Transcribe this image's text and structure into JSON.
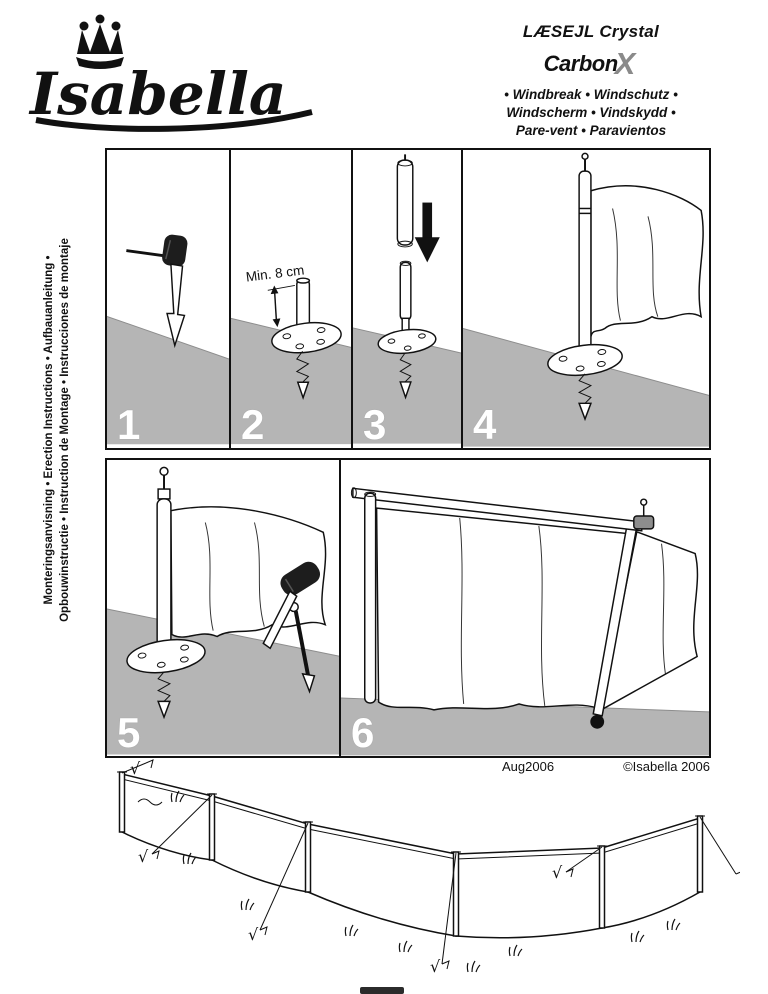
{
  "logo": {
    "name": "Isabella"
  },
  "header": {
    "product_title": "LÆSEJL Crystal",
    "carbon_logo": {
      "text": "Carbon",
      "x": "X"
    },
    "language_lines": [
      "• Windbreak • Windschutz •",
      "Windscherm • Vindskydd •",
      "Pare-vent • Paravientos"
    ]
  },
  "sidebar_vertical_text": {
    "line1": "Monteringsanvisning • Erection Instructions • Aufbauanleitung •",
    "line2": "Opbouwinstructie • Instruction de Montage • Instrucciones de montaje"
  },
  "steps": [
    {
      "number": "1"
    },
    {
      "number": "2",
      "dimension_label": "Min. 8 cm"
    },
    {
      "number": "3"
    },
    {
      "number": "4"
    },
    {
      "number": "5"
    },
    {
      "number": "6"
    }
  ],
  "footer": {
    "date": "Aug2006",
    "copyright": "©Isabella 2006"
  },
  "figure": {
    "check": "√"
  },
  "colors": {
    "ground": "#b5b5b5",
    "ink": "#111111"
  }
}
